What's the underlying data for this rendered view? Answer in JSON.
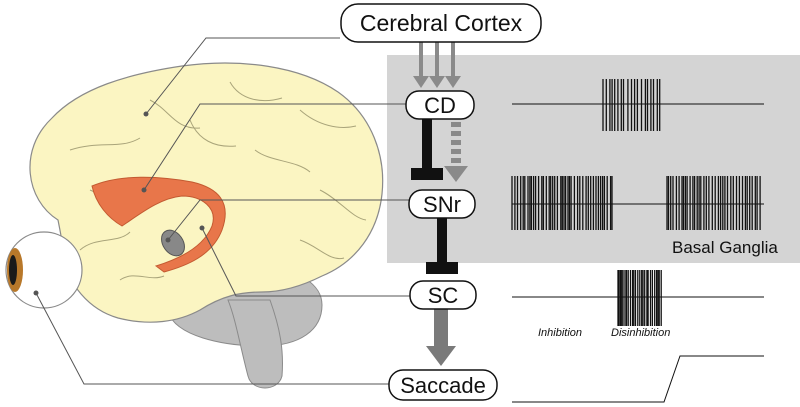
{
  "nodes": {
    "cortex": "Cerebral Cortex",
    "cd": "CD",
    "snr": "SNr",
    "sc": "SC",
    "saccade": "Saccade"
  },
  "region_label": "Basal Ganglia",
  "annotations": {
    "inhibition": "Inhibition",
    "disinhibition": "Disinhibition"
  },
  "colors": {
    "basal_ganglia_bg": "#d4d4d4",
    "brain_fill": "#fbf5c2",
    "caudate_orange": "#e8764a",
    "excitatory_arrow": "#7a7a7a",
    "inhibitory_bar": "#111111",
    "eye_iris": "#b8782a",
    "cerebellum_gray": "#bdbdbd"
  },
  "icons": {
    "brain": "brain-illustration-icon",
    "eye": "eye-illustration-icon"
  }
}
